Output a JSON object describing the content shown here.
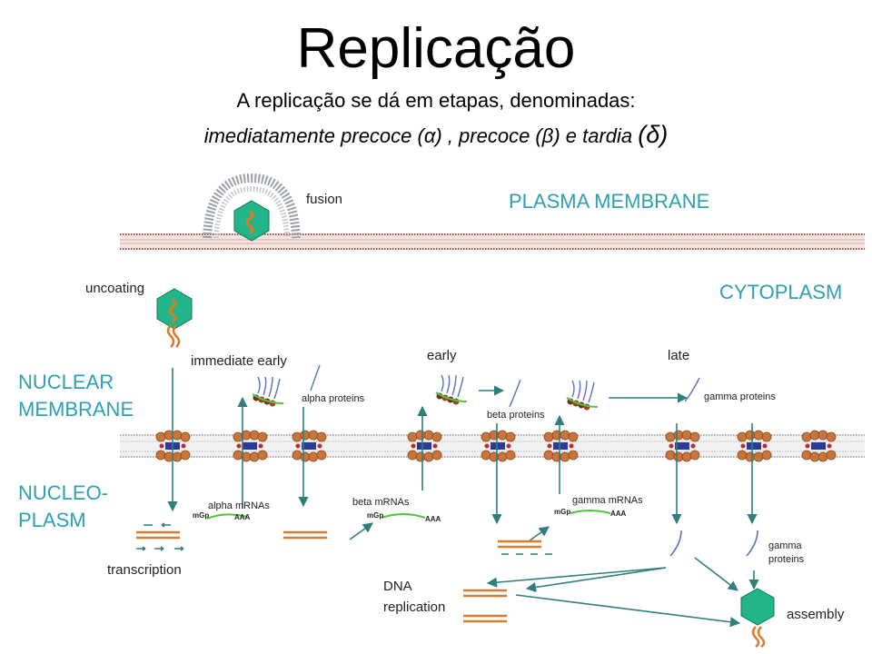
{
  "slide": {
    "title": "Replicação",
    "subtitle_line1": "A replicação se dá em etapas, denominadas:",
    "subtitle_line2": "imediatamente  precoce (α) , precoce (β) e tardia",
    "subtitle_delta": "(δ)"
  },
  "diagram": {
    "compartments": {
      "plasma_membrane": "PLASMA MEMBRANE",
      "cytoplasm": "CYTOPLASM",
      "nuclear_membrane_1": "NUCLEAR",
      "nuclear_membrane_2": "MEMBRANE",
      "nucleoplasm_1": "NUCLEO-",
      "nucleoplasm_2": "PLASM"
    },
    "steps": {
      "fusion": "fusion",
      "uncoating": "uncoating",
      "transcription": "transcription",
      "dna_replication_1": "DNA",
      "dna_replication_2": "replication",
      "assembly": "assembly"
    },
    "phases": {
      "immediate_early": "immediate early",
      "early": "early",
      "late": "late"
    },
    "proteins": {
      "alpha": "alpha proteins",
      "beta": "beta proteins",
      "gamma": "gamma proteins",
      "gamma_nuc_1": "gamma",
      "gamma_nuc_2": "proteins"
    },
    "mrnas": {
      "alpha": "alpha mRNAs",
      "beta": "beta mRNAs",
      "gamma": "gamma mRNAs",
      "cap": "mGp",
      "tail": "AAA"
    },
    "colors": {
      "teal_label": "#2ea0b4",
      "arrow": "#2e7f7a",
      "capsid": "#23b58a",
      "genome": "#e07a2a",
      "membrane": "#b04a3a",
      "pore": "#c8743a",
      "mrna": "#4ec63a",
      "protein": "#5a6fc2"
    }
  }
}
